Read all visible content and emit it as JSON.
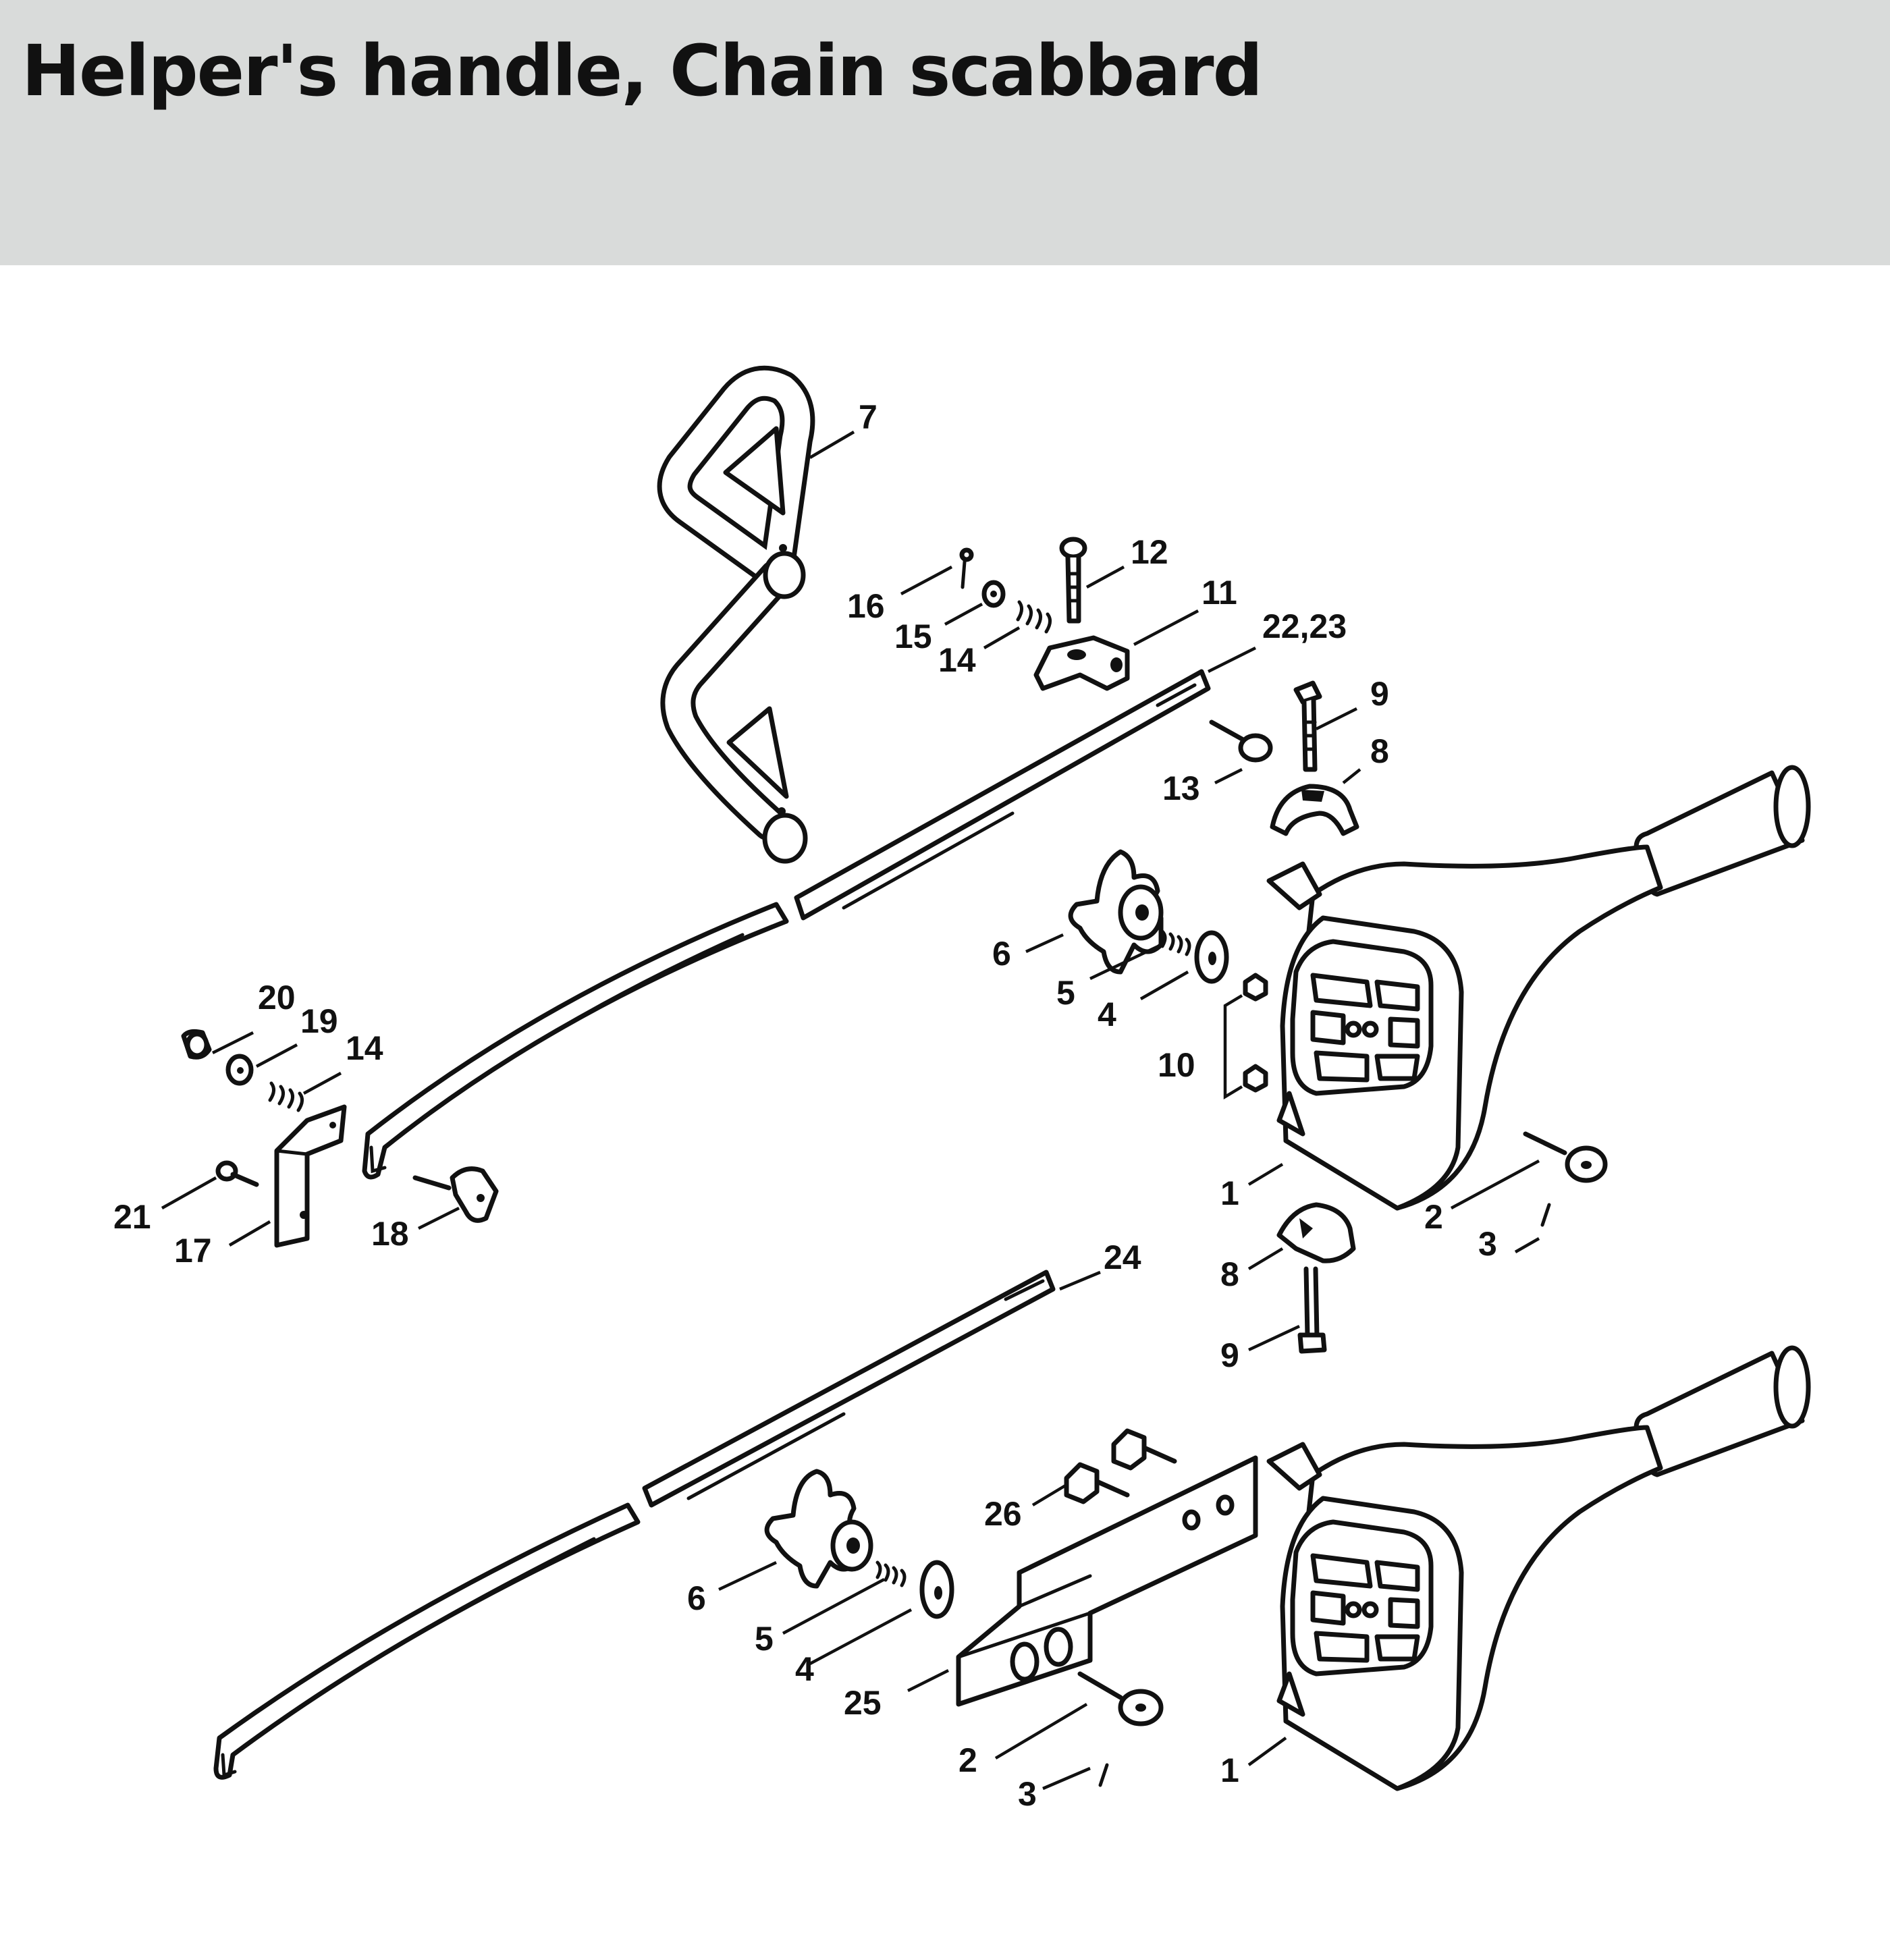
{
  "title": "Helper's handle, Chain scabbard",
  "colors": {
    "header_background": "#d9dbda",
    "line": "#111111",
    "background": "#ffffff"
  },
  "callouts": [
    {
      "id": "c7",
      "label": "7"
    },
    {
      "id": "c12",
      "label": "12"
    },
    {
      "id": "c16",
      "label": "16"
    },
    {
      "id": "c11",
      "label": "11"
    },
    {
      "id": "c15",
      "label": "15"
    },
    {
      "id": "c22",
      "label": "22,23"
    },
    {
      "id": "c14a",
      "label": "14"
    },
    {
      "id": "c9a",
      "label": "9"
    },
    {
      "id": "c8a",
      "label": "8"
    },
    {
      "id": "c13",
      "label": "13"
    },
    {
      "id": "c6a",
      "label": "6"
    },
    {
      "id": "c5a",
      "label": "5"
    },
    {
      "id": "c4a",
      "label": "4"
    },
    {
      "id": "c20",
      "label": "20"
    },
    {
      "id": "c19",
      "label": "19"
    },
    {
      "id": "c14b",
      "label": "14"
    },
    {
      "id": "c10",
      "label": "10"
    },
    {
      "id": "c1a",
      "label": "1"
    },
    {
      "id": "c21",
      "label": "21"
    },
    {
      "id": "c2a",
      "label": "2"
    },
    {
      "id": "c17",
      "label": "17"
    },
    {
      "id": "c18",
      "label": "18"
    },
    {
      "id": "c3a",
      "label": "3"
    },
    {
      "id": "c8b",
      "label": "8"
    },
    {
      "id": "c24",
      "label": "24"
    },
    {
      "id": "c9b",
      "label": "9"
    },
    {
      "id": "c26",
      "label": "26"
    },
    {
      "id": "c6b",
      "label": "6"
    },
    {
      "id": "c5b",
      "label": "5"
    },
    {
      "id": "c4b",
      "label": "4"
    },
    {
      "id": "c25",
      "label": "25"
    },
    {
      "id": "c2b",
      "label": "2"
    },
    {
      "id": "c1b",
      "label": "1"
    },
    {
      "id": "c3b",
      "label": "3"
    }
  ]
}
